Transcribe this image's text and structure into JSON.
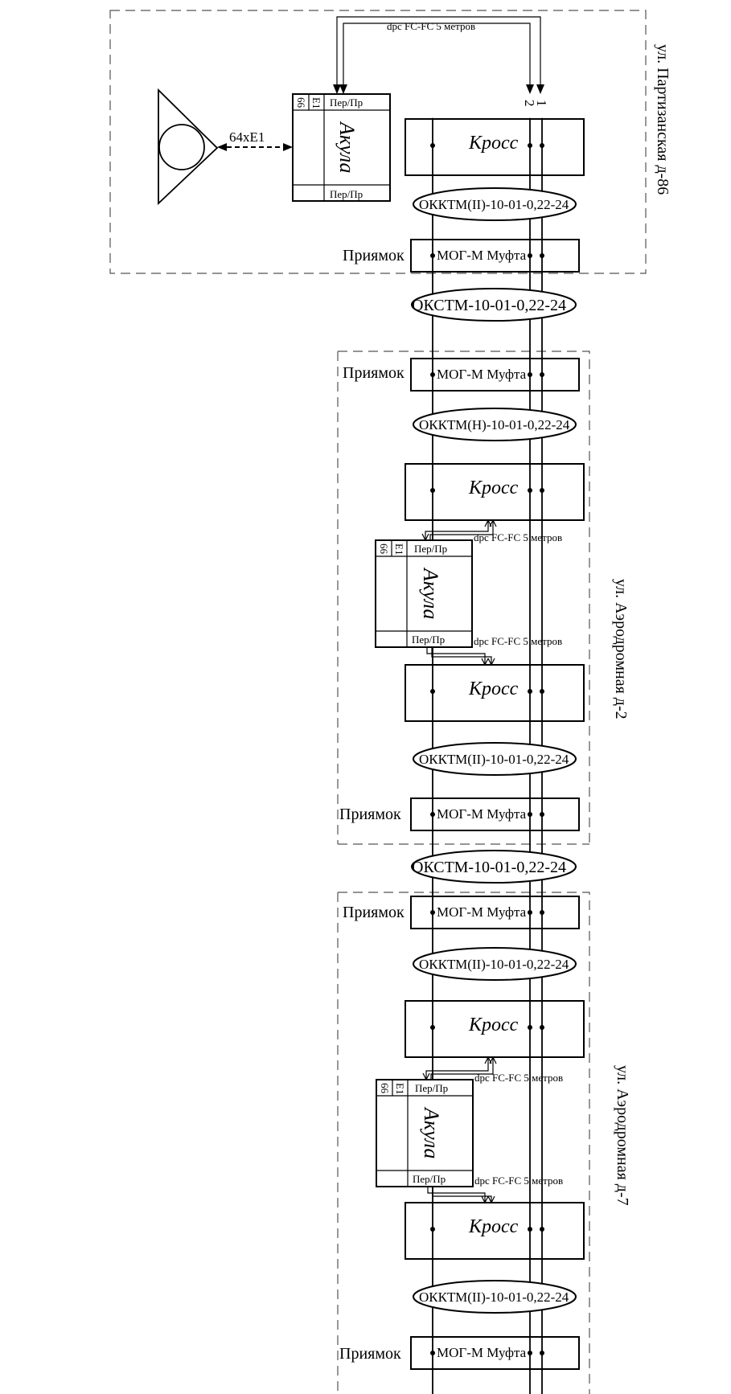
{
  "diagram": {
    "streets": {
      "s1": "ул. Партизанская д-86",
      "s2": "ул. Аэродромная д-2",
      "s3": "ул. Аэродромная д-7"
    },
    "kross_label": "Кросс",
    "mufta_label": "МОГ-М Муфта",
    "priyamok_label": "Приямок",
    "cable_inner_1": "ОККТМ(II)-10-01-0,22-24",
    "cable_inner_2": "ОККТМ(Н)-10-01-0,22-24",
    "cable_outer": "ОКСТМ-10-01-0,22-24",
    "patch_label": "dpc FC-FC 5 метров",
    "akula_label": "Акула",
    "per_pr_label": "Пер/Пр",
    "e1_label": "Е1",
    "num_label": "66",
    "link_label": "64xE1",
    "fiber_1": "1",
    "fiber_2": "2"
  }
}
